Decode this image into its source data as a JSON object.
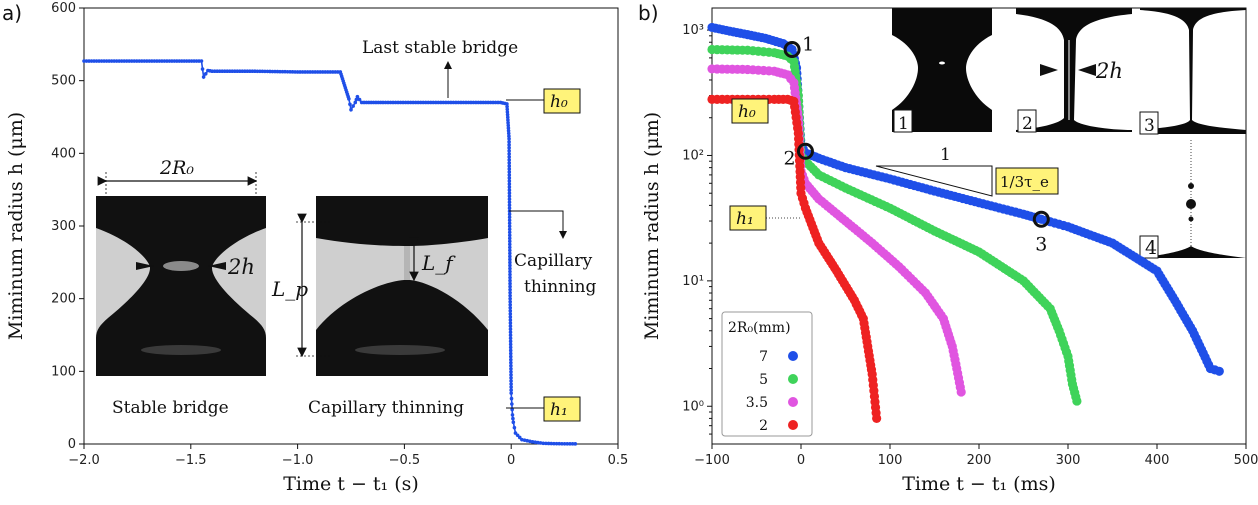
{
  "panels": [
    {
      "letter": "a)"
    },
    {
      "letter": "b)"
    }
  ],
  "chart_data": [
    {
      "type": "scatter",
      "xlabel": "Time t − t₁ (s)",
      "ylabel": "Miminum radius h (μm)",
      "xlim": [
        -2.0,
        0.5
      ],
      "ylim": [
        0,
        600
      ],
      "scale": "linear",
      "xticks": [
        "−2.0",
        "−1.5",
        "−1.0",
        "−0.5",
        "0",
        "0.5"
      ],
      "yticks": [
        "0",
        "100",
        "200",
        "300",
        "400",
        "500",
        "600"
      ],
      "series": [
        {
          "name": "",
          "color": "#1f4fe8",
          "x": [
            -2.0,
            -1.8,
            -1.6,
            -1.45,
            -1.44,
            -1.42,
            -1.4,
            -1.2,
            -1.0,
            -0.8,
            -0.76,
            -0.75,
            -0.73,
            -0.72,
            -0.7,
            -0.6,
            -0.4,
            -0.2,
            -0.05,
            -0.02,
            -0.01,
            -0.005,
            0,
            0.003,
            0.006,
            0.01,
            0.02,
            0.05,
            0.1,
            0.15,
            0.2,
            0.25,
            0.3
          ],
          "y": [
            527,
            527,
            527,
            527,
            505,
            514,
            513,
            513,
            512,
            512,
            475,
            460,
            470,
            478,
            470,
            470,
            470,
            470,
            470,
            468,
            420,
            200,
            70,
            55,
            40,
            30,
            15,
            6,
            3,
            1,
            0.5,
            0.3,
            0.2
          ]
        }
      ],
      "annotations": {
        "last_stable": "Last stable bridge",
        "capillary_a": "Capillary",
        "capillary_b": "thinning",
        "h0": "h₀",
        "h1": "h₁",
        "inset_left_caption": "Stable bridge",
        "inset_right_caption": "Capillary thinning",
        "dim_2R0": "2R₀",
        "dim_2h": "2h",
        "dim_Lp": "L_p",
        "dim_Lf": "L_f"
      }
    },
    {
      "type": "scatter",
      "xlabel": "Time t − t₁ (ms)",
      "ylabel": "Miminum radius h (μm)",
      "xlim": [
        -100,
        500
      ],
      "ylim": [
        0.5,
        1500
      ],
      "scale": "log-y",
      "xticks": [
        "−100",
        "0",
        "100",
        "200",
        "300",
        "400",
        "500"
      ],
      "yticks": [
        "10⁰",
        "10¹",
        "10²",
        "10³"
      ],
      "legend": {
        "title": "2R₀(mm)",
        "placement": "bottom-left"
      },
      "series": [
        {
          "name": "7",
          "color": "#1f4fe8",
          "x": [
            -100,
            -80,
            -60,
            -40,
            -20,
            -10,
            -5,
            0,
            5,
            20,
            50,
            100,
            150,
            200,
            250,
            270,
            300,
            350,
            400,
            420,
            440,
            460,
            470
          ],
          "y": [
            1050,
            980,
            920,
            860,
            780,
            700,
            500,
            120,
            105,
            95,
            80,
            65,
            52,
            42,
            34,
            31,
            27,
            20,
            12,
            7,
            4,
            2,
            1.9
          ]
        },
        {
          "name": "5",
          "color": "#3fd35a",
          "x": [
            -100,
            -60,
            -30,
            -15,
            -8,
            -3,
            0,
            5,
            20,
            50,
            100,
            150,
            200,
            250,
            280,
            290,
            300,
            305,
            310
          ],
          "y": [
            700,
            690,
            660,
            620,
            560,
            300,
            100,
            90,
            70,
            55,
            38,
            25,
            17,
            10,
            6,
            4,
            2.5,
            1.5,
            1.1
          ]
        },
        {
          "name": "3.5",
          "color": "#e055e0",
          "x": [
            -100,
            -60,
            -30,
            -15,
            -8,
            -3,
            0,
            5,
            20,
            50,
            80,
            110,
            140,
            160,
            170,
            175,
            180
          ],
          "y": [
            490,
            485,
            470,
            440,
            380,
            200,
            75,
            60,
            45,
            30,
            20,
            13,
            8,
            5,
            3,
            2,
            1.3
          ]
        },
        {
          "name": "2",
          "color": "#ee2222",
          "x": [
            -100,
            -60,
            -30,
            -15,
            -8,
            -3,
            0,
            5,
            20,
            40,
            60,
            70,
            75,
            80,
            85
          ],
          "y": [
            280,
            280,
            280,
            280,
            270,
            150,
            50,
            38,
            20,
            12,
            7,
            5,
            3,
            1.8,
            0.8
          ]
        }
      ],
      "annotations": {
        "h0": "h₀",
        "h1": "h₁",
        "slope_run": "1",
        "slope_label": "1/3τ_e",
        "points": [
          "1",
          "2",
          "3",
          "4"
        ],
        "inset_labels": [
          "1",
          "2",
          "3"
        ],
        "inset_2h": "2h"
      }
    }
  ]
}
